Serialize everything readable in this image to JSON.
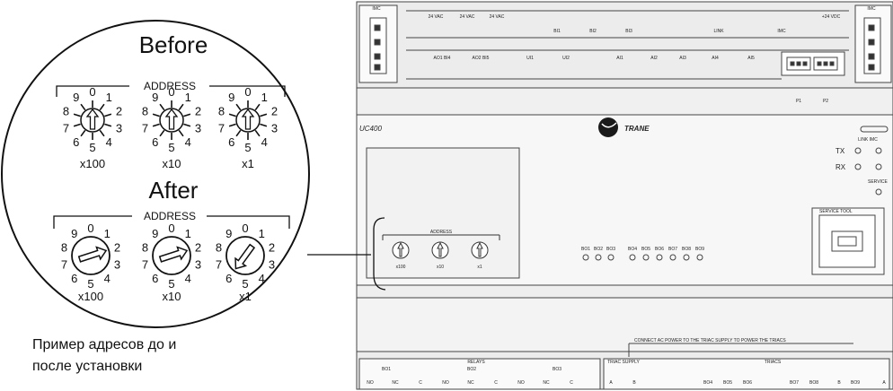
{
  "zoom": {
    "before_label": "Before",
    "after_label": "After",
    "address_label": "ADDRESS",
    "multipliers": [
      "x100",
      "x10",
      "x1"
    ],
    "dial_digits": [
      "0",
      "1",
      "2",
      "3",
      "4",
      "5",
      "6",
      "7",
      "8",
      "9"
    ],
    "after_pointers": [
      2,
      2,
      6
    ]
  },
  "caption": {
    "line1": "Пример адресов до и",
    "line2": "после установки"
  },
  "device": {
    "model": "UC400",
    "brand": "TRANE",
    "top_terminals": [
      "24 VAC",
      "24 VAC",
      "24 VAC",
      "BI1",
      "BI2",
      "BI3",
      "LINK",
      "IMC",
      "+24 VDC"
    ],
    "second_terminals": [
      "AO1 BI4",
      "AO2 BI5",
      "UI1",
      "UI2",
      "AI1",
      "AI2",
      "AI3",
      "AI4",
      "AI5"
    ],
    "imc_left": "IMC",
    "imc_right": "IMC",
    "port_labels": [
      "P1",
      "P2"
    ],
    "tx": "TX",
    "rx": "RX",
    "link_imc": "LINK IMC",
    "service": "SERVICE",
    "service_tool": "SERVICE TOOL",
    "small_address": "ADDRESS",
    "small_multipliers": [
      "x100",
      "x10",
      "x1"
    ],
    "bo_labels": [
      "BO1",
      "BO2",
      "BO3",
      "BO4",
      "BO5",
      "BO6",
      "BO7",
      "BO8",
      "BO9"
    ],
    "warning": "CONNECT AC POWER TO THE TRIAC SUPPLY TO POWER THE TRIACS",
    "relays": "RELAYS",
    "relay_groups": [
      "BO1",
      "BO2",
      "BO3"
    ],
    "relay_contacts": [
      "NO",
      "NC",
      "C",
      "NO",
      "NC",
      "C",
      "NO",
      "NC",
      "C"
    ],
    "triac_supply": "TRIAC SUPPLY",
    "triacs": "TRIACS",
    "triac_labels": [
      "A",
      "B",
      "BO4",
      "BO5",
      "BO6",
      "BO7",
      "BO8",
      "B",
      "BO9",
      "A"
    ]
  }
}
